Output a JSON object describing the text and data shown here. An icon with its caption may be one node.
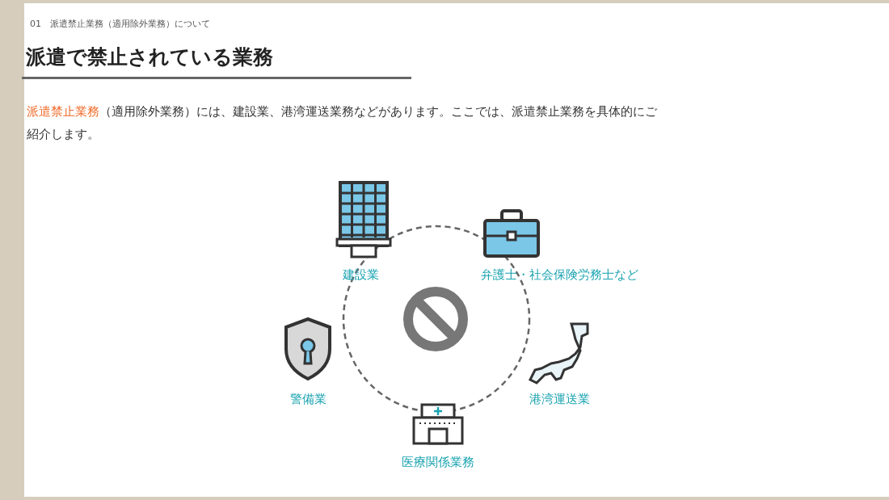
{
  "diagram": {
    "title": "派遣で禁止されている業務",
    "nodes": [
      {
        "text": [
          "建設業"
        ]
      },
      {
        "text": [
          "弁護士・社会保険労務士など"
        ]
      },
      {
        "text": [
          "港湾運送業"
        ]
      },
      {
        "text": [
          "医療関係業務"
        ]
      },
      {
        "text": [
          "警備業"
        ]
      }
    ],
    "edges": [],
    "labels": [
      "01　派遣禁止業務（適用除外業務）について",
      "**派遣禁止業務**（適用除外業務）には、建設業、港湾運送業務などがあります。ここでは、派遣禁止業務を具体的にご紹介します。"
    ]
  }
}
